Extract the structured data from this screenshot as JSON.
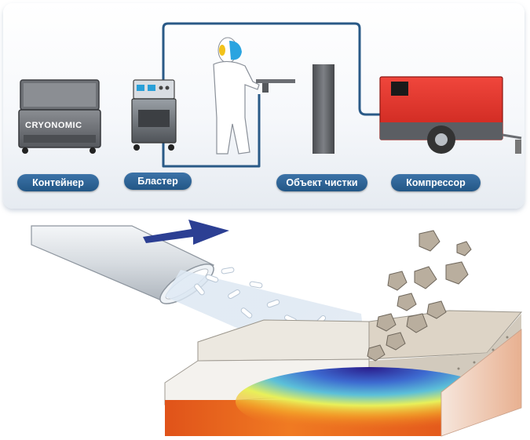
{
  "labels": {
    "container": "Контейнер",
    "blaster": "Бластер",
    "cleaning_object": "Объект чистки",
    "compressor": "Компрессор"
  },
  "brand": "CRYONOMIC",
  "colors": {
    "pill": "#2b5f92",
    "hose": "#2a5a87",
    "compressor": "#e0322a",
    "arrow": "#2c3f93"
  }
}
